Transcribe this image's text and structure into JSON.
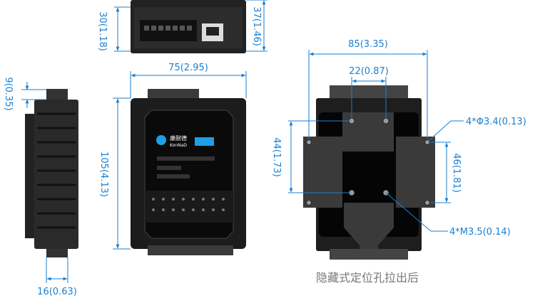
{
  "colors": {
    "dimension": "#1a7fd0",
    "body": "#1c1c1c",
    "panel": "#3a3a3a",
    "logo_accent": "#1e9ee6"
  },
  "top_view": {
    "height_label": "30(1.18)",
    "total_label": "37(1.46)"
  },
  "side_view": {
    "rail_label": "9(0.35)",
    "width_label": "16(0.63)"
  },
  "front_view": {
    "width_label": "75(2.95)",
    "height_label": "105(4.13)",
    "brand_cn": "康耐德",
    "brand_en": "KonNaD"
  },
  "back_view": {
    "width_label": "85(3.35)",
    "inner_width_label": "22(0.87)",
    "left_height_label": "44(1.73)",
    "right_height_label": "46(1.81)",
    "hole_label": "4*Φ3.4(0.13)",
    "screw_label": "4*M3.5(0.14)",
    "caption": "隐藏式定位孔拉出后"
  }
}
